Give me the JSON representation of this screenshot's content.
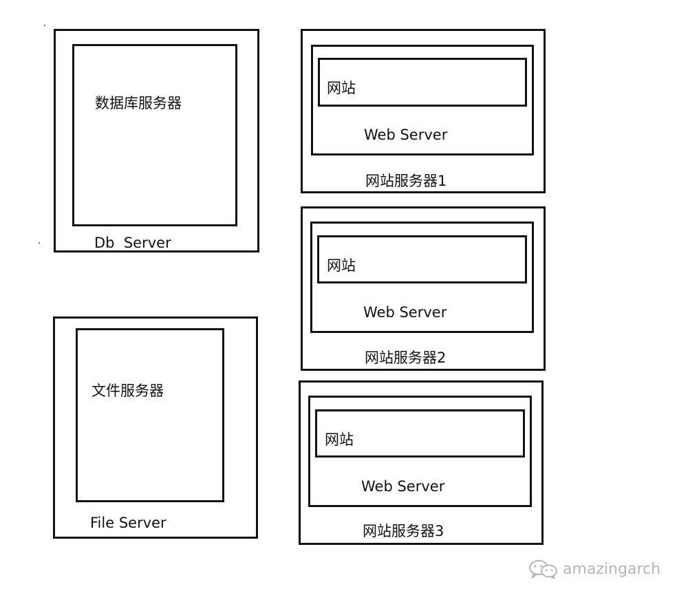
{
  "db_server": {
    "inner_label": "数据库服务器",
    "caption": "Db  Server"
  },
  "file_server": {
    "inner_label": "文件服务器",
    "caption": "File Server"
  },
  "web_servers": [
    {
      "site_label": "网站",
      "server_label": "Web Server",
      "caption": "网站服务器1"
    },
    {
      "site_label": "网站",
      "server_label": "Web Server",
      "caption": "网站服务器2"
    },
    {
      "site_label": "网站",
      "server_label": "Web Server",
      "caption": "网站服务器3"
    }
  ],
  "watermark": {
    "text": "amazingarch",
    "icon": "wechat-icon"
  },
  "colors": {
    "line": "#111111",
    "watermark": "#b4b4b4",
    "background": "#ffffff"
  }
}
